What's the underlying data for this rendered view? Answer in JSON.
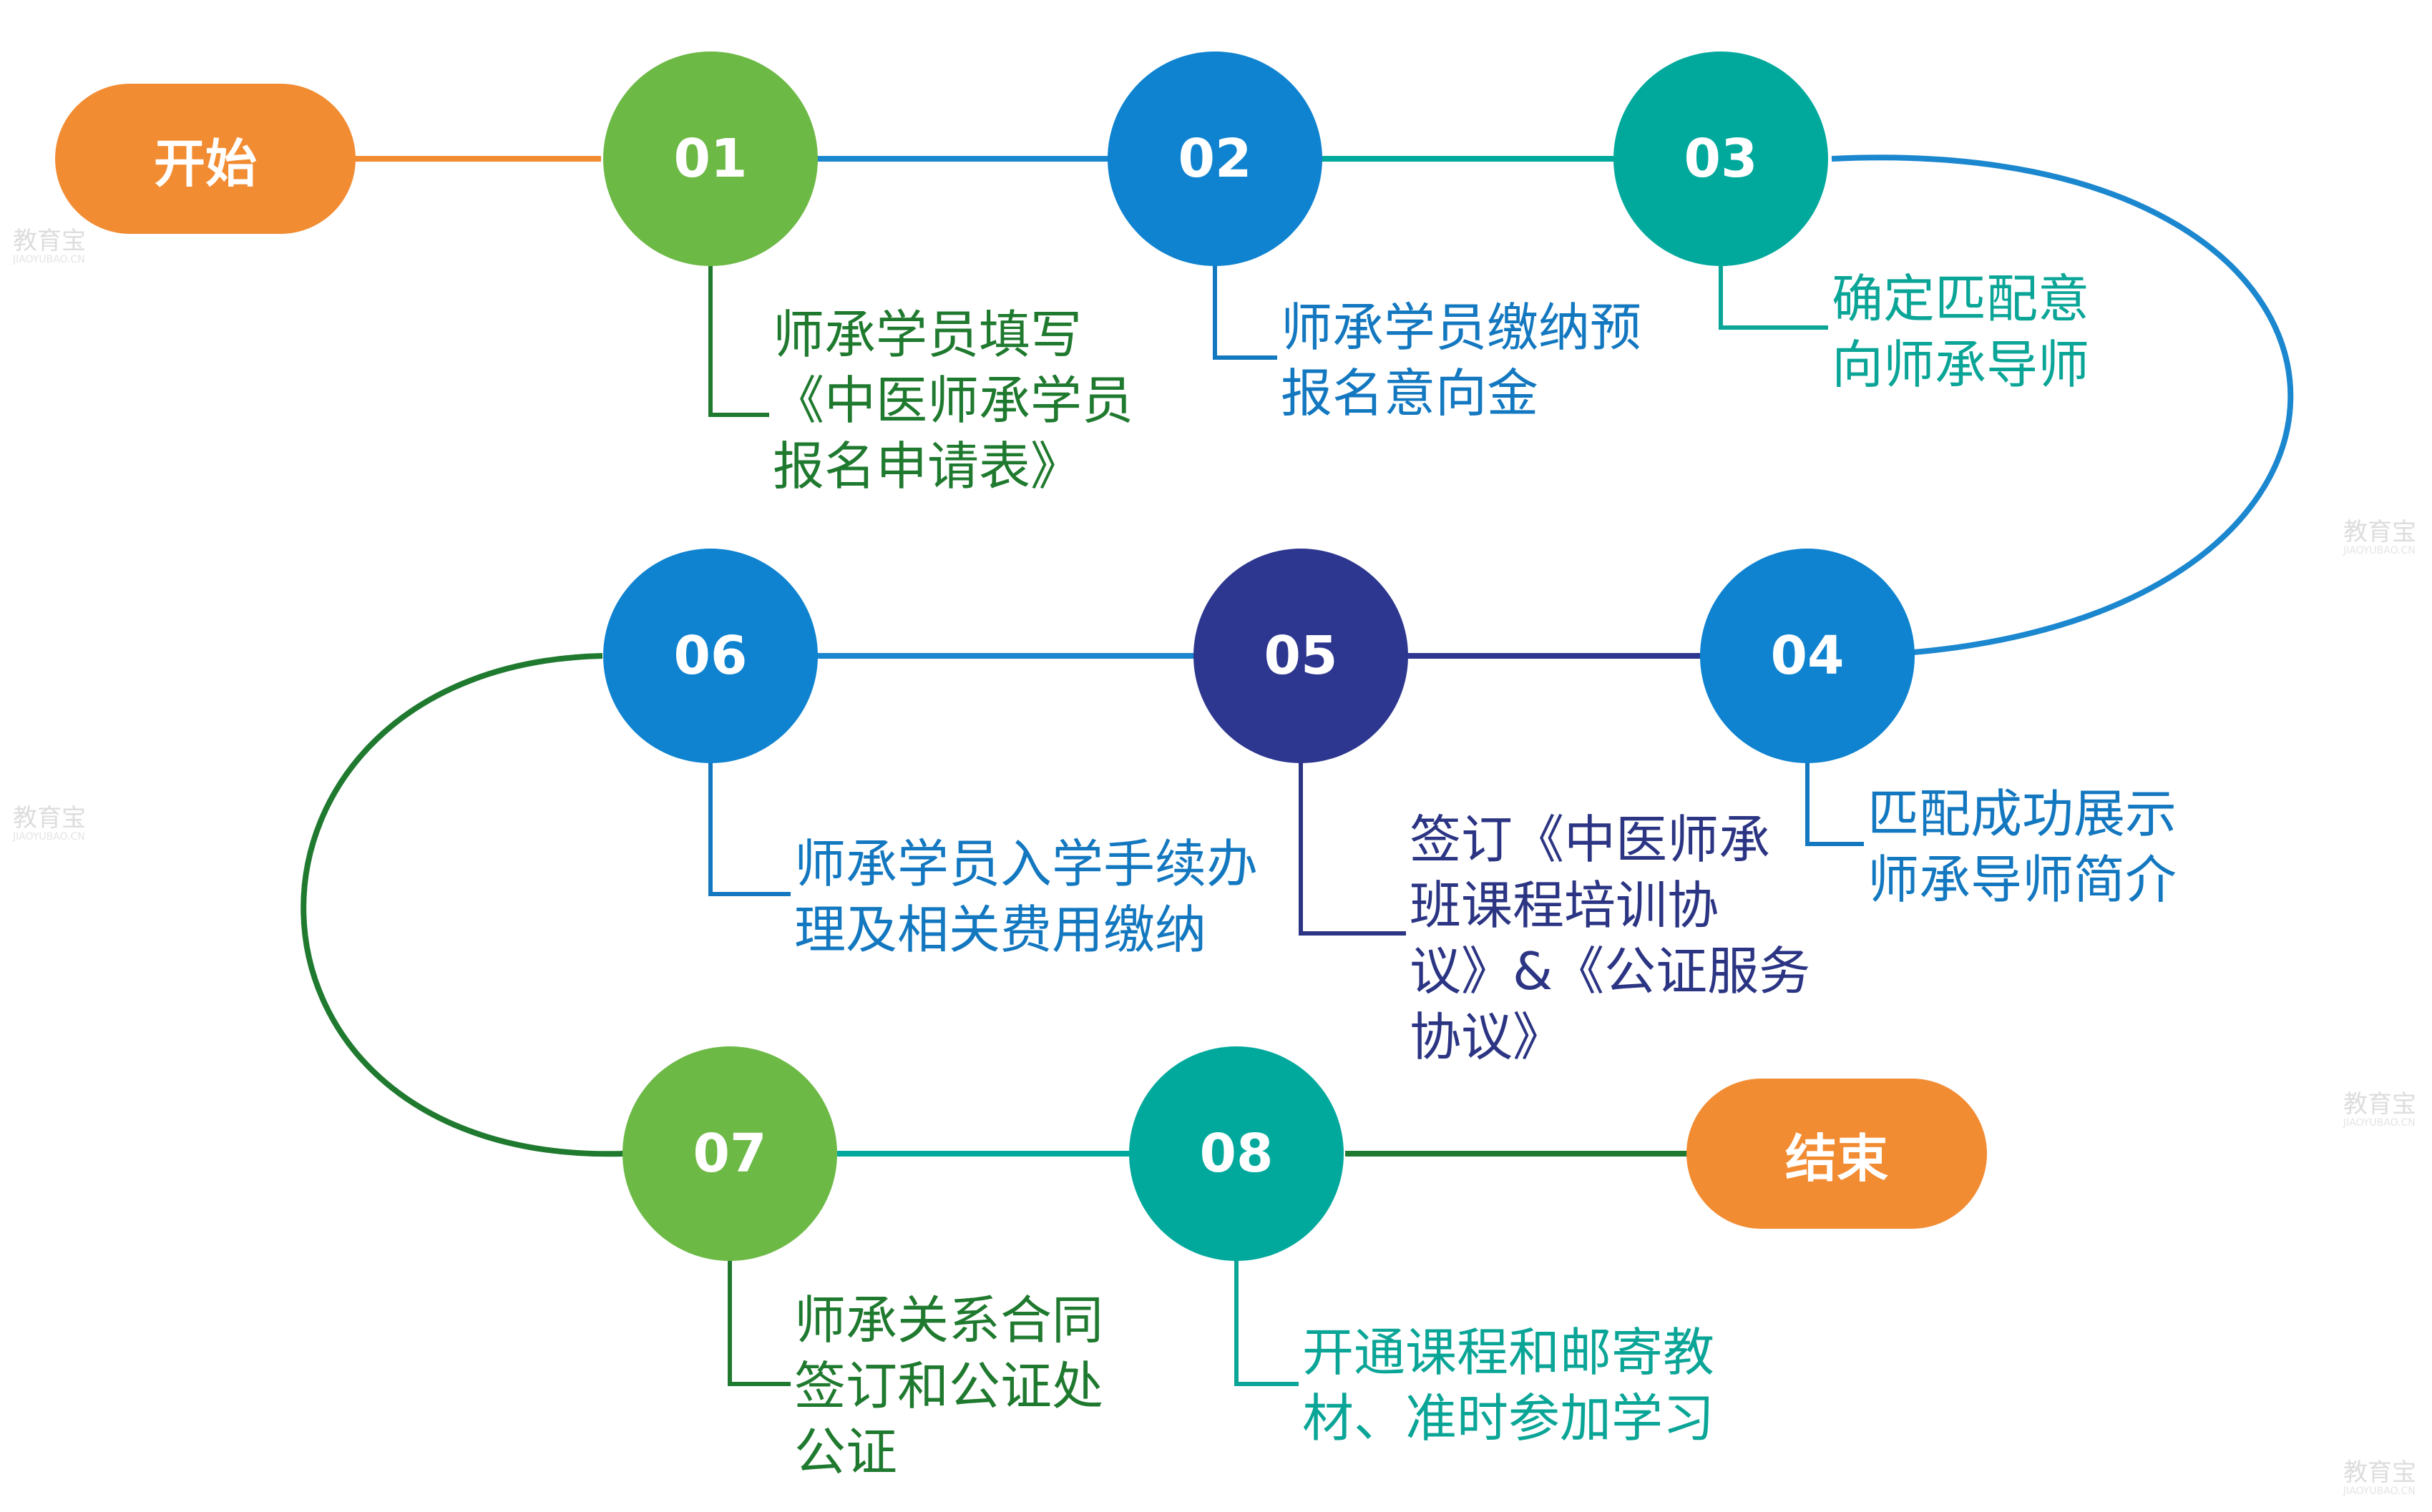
{
  "start_label": "开始",
  "end_label": "结束",
  "steps": [
    {
      "num": "01",
      "color": "#6db946",
      "text_color": "#1f7a2f",
      "text": "师承学员填写\n《中医师承学员\n报名申请表》"
    },
    {
      "num": "02",
      "color": "#0f83d0",
      "text_color": "#1378c0",
      "text": "师承学员缴纳预\n报名意向金"
    },
    {
      "num": "03",
      "color": "#00a99c",
      "text_color": "#0aa597",
      "text": "确定匹配意\n向师承导师"
    },
    {
      "num": "04",
      "color": "#0f83d0",
      "text_color": "#1378c0",
      "text": "匹配成功展示\n师承导师简介"
    },
    {
      "num": "05",
      "color": "#2d3790",
      "text_color": "#2b3583",
      "text": "签订《中医师承\n班课程培训协\n议》&《公证服务\n协议》"
    },
    {
      "num": "06",
      "color": "#0f83d0",
      "text_color": "#1378c0",
      "text": "师承学员入学手续办\n理及相关费用缴纳"
    },
    {
      "num": "07",
      "color": "#6db946",
      "text_color": "#1f7a2f",
      "text": "师承关系合同\n签订和公证处\n公证"
    },
    {
      "num": "08",
      "color": "#00a99c",
      "text_color": "#0aa597",
      "text": "开通课程和邮寄教\n材、准时参加学习"
    }
  ],
  "colors": {
    "pill": "#f28c33",
    "line_orange": "#f28c33",
    "line_blue": "#1b87cf",
    "line_teal": "#00a99c",
    "line_navy": "#2d3790",
    "line_green": "#1f7a2f"
  },
  "watermark": {
    "text": "教育宝",
    "sub": "JIAOYUBAO.CN"
  }
}
